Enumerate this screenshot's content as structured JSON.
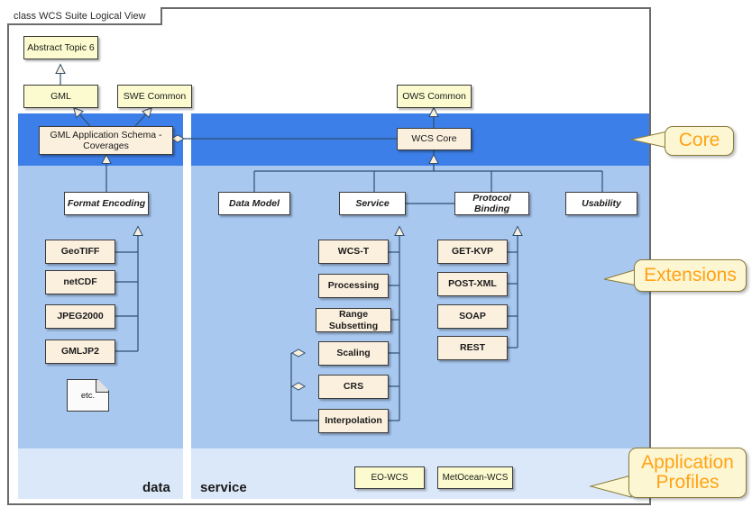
{
  "frame": {
    "title": "class WCS Suite Logical View"
  },
  "lanes": {
    "data_label": "data",
    "service_label": "service"
  },
  "callouts": [
    {
      "name": "core",
      "text": "Core"
    },
    {
      "name": "extensions",
      "text": "Extensions"
    },
    {
      "name": "application-profiles",
      "text": "Application Profiles"
    }
  ],
  "nodes": {
    "abstract_topic_6": "Abstract Topic 6",
    "gml": "GML",
    "swe_common": "SWE Common",
    "ows_common": "OWS Common",
    "gml_app_schema": "GML Application  Schema - Coverages",
    "wcs_core": "WCS Core",
    "format_encoding": "Format Encoding",
    "data_model": "Data Model",
    "service": "Service",
    "protocol_binding": "Protocol Binding",
    "usability": "Usability",
    "geotiff": "GeoTIFF",
    "netcdf": "netCDF",
    "jpeg2000": "JPEG2000",
    "gmljp2": "GMLJP2",
    "etc_note": "etc.",
    "wcs_t": "WCS-T",
    "processing": "Processing",
    "range_subsetting": "Range Subsetting",
    "scaling": "Scaling",
    "crs": "CRS",
    "interpolation": "Interpolation",
    "get_kvp": "GET-KVP",
    "post_xml": "POST-XML",
    "soap": "SOAP",
    "rest": "REST",
    "eo_wcs": "EO-WCS",
    "metocean_wcs": "MetOcean-WCS"
  },
  "colors": {
    "core_band": "#3d7fe8",
    "extensions_band": "#a8c8f0",
    "profiles_band": "#dbe8fa",
    "yellow_class": "#fbfbcf",
    "cream_class": "#fbf0de",
    "abstract_class": "#ffffff",
    "callout_fill": "#fcf6d2",
    "callout_text": "#ffa317",
    "connector": "#2f4f6f"
  }
}
